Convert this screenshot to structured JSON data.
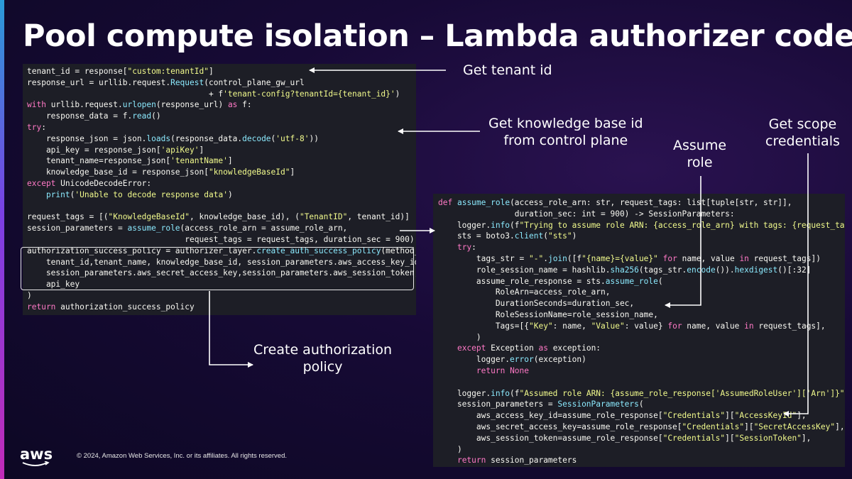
{
  "slide": {
    "title": "Pool compute isolation – Lambda authorizer code",
    "logo": "aws",
    "copyright": "© 2024, Amazon Web Services, Inc. or its affiliates. All rights reserved."
  },
  "annotations": {
    "tenant_id": "Get tenant id",
    "kb_line1": "Get knowledge base id",
    "kb_line2": "from control plane",
    "assume_line1": "Assume",
    "assume_line2": "role",
    "scope_line1": "Get scope",
    "scope_line2": "credentials",
    "auth_line1": "Create authorization",
    "auth_line2": "policy"
  },
  "code_left": [
    "tenant_id = response[\"custom:tenantId\"]",
    "response_url = urllib.request.Request(control_plane_gw_url",
    "                                      + f'tenant-config?tenantId={tenant_id}')",
    "with urllib.request.urlopen(response_url) as f:",
    "    response_data = f.read()",
    "try:",
    "    response_json = json.loads(response_data.decode('utf-8'))",
    "    api_key = response_json['apiKey']",
    "    tenant_name=response_json['tenantName']",
    "    knowledge_base_id = response_json[\"knowledgeBaseId\"]",
    "except UnicodeDecodeError:",
    "    print('Unable to decode response data')",
    "",
    "request_tags = [(\"KnowledgeBaseId\", knowledge_base_id), (\"TenantID\", tenant_id)]",
    "session_parameters = assume_role(access_role_arn = assume_role_arn,",
    "                                 request_tags = request_tags, duration_sec = 900)",
    "authorization_success_policy = authorizer_layer.create_auth_success_policy(method_arn,",
    "    tenant_id,tenant_name, knowledge_base_id, session_parameters.aws_access_key_id,",
    "    session_parameters.aws_secret_access_key,session_parameters.aws_session_token,",
    "    api_key",
    ")",
    "return authorization_success_policy"
  ],
  "code_right": [
    "def assume_role(access_role_arn: str, request_tags: list[tuple[str, str]],",
    "                duration_sec: int = 900) -> SessionParameters:",
    "    logger.info(f\"Trying to assume role ARN: {access_role_arn} with tags: {request_tags}\")",
    "    sts = boto3.client(\"sts\")",
    "    try:",
    "        tags_str = \"-\".join([f\"{name}={value}\" for name, value in request_tags])",
    "        role_session_name = hashlib.sha256(tags_str.encode()).hexdigest()[:32]",
    "        assume_role_response = sts.assume_role(",
    "            RoleArn=access_role_arn,",
    "            DurationSeconds=duration_sec,",
    "            RoleSessionName=role_session_name,",
    "            Tags=[{\"Key\": name, \"Value\": value} for name, value in request_tags],",
    "        )",
    "    except Exception as exception:",
    "        logger.error(exception)",
    "        return None",
    "",
    "    logger.info(f\"Assumed role ARN: {assume_role_response['AssumedRoleUser']['Arn']}\")",
    "    session_parameters = SessionParameters(",
    "        aws_access_key_id=assume_role_response[\"Credentials\"][\"AccessKeyId\"],",
    "        aws_secret_access_key=assume_role_response[\"Credentials\"][\"SecretAccessKey\"],",
    "        aws_session_token=assume_role_response[\"Credentials\"][\"SessionToken\"],",
    "    )",
    "    return session_parameters"
  ],
  "colors": {
    "background": "#170a36",
    "code_background": "#1d1e26",
    "keyword": "#ff79c6",
    "string": "#f1fa8c",
    "function": "#8be9fd",
    "text": "#f8f8f2"
  }
}
